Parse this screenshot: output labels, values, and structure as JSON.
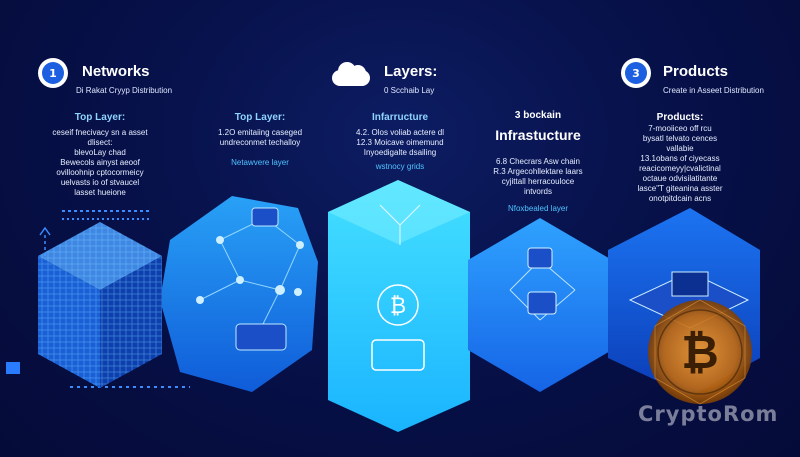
{
  "header": {
    "col1": {
      "badge": "1",
      "title": "Networks",
      "subtitle": "Di Rakat Cryyp Distribution"
    },
    "col2": {
      "icon": "cloud-icon",
      "title": "Layers:",
      "subtitle": "0 Scchaib Lay"
    },
    "col3": {
      "badge": "3",
      "title": "Products",
      "subtitle": "Create in Asseet Distribution"
    }
  },
  "columns": [
    {
      "title": "Top Layer:",
      "lines": [
        "ceseif fnecivacy sn a asset",
        "dlisect:",
        "blevoLay chad",
        "Bewecols ainyst aeoof",
        "ovilloohnip cptocormeicy",
        "uelvasts io of stvaucel",
        "lasset hueione"
      ]
    },
    {
      "title": "Top Layer:",
      "lines": [
        "1.2O emitaiing caseged",
        "undreconmet techalloy"
      ],
      "tag": "Netawvere layer"
    },
    {
      "title": "Infarructure",
      "lines": [
        "4.2. Olos voliab actere dl",
        "12.3 Moicave oimemund",
        "Inyoedigalte dsailing"
      ],
      "tag": "wstnocy grids"
    },
    {
      "title": "3 bockain",
      "title2": "Infrastucture",
      "lines": [
        "6.8 Checrars Asw chain",
        "R.3 Argecohllektare laars",
        "cyjittall herracouloce",
        "intvords"
      ],
      "tag": "Nfoxbealed layer"
    },
    {
      "title": "Products:",
      "lines": [
        "7-mooiiceo off rcu",
        "bysatl telvato cences",
        "vallabie",
        "13.1obans of ciyecass",
        "reacicomeyy|cvalictinal",
        "octaue odvisilatitante",
        "lasce\"T giteanina asster",
        "onotpitdcain acns"
      ]
    }
  ],
  "watermark": "CryptoRom",
  "coin_symbol": "₿",
  "colors": {
    "background": "#07114a",
    "accent": "#3fb8ff",
    "hexLight": "#2fd2ff",
    "coin": "#d9821c"
  }
}
